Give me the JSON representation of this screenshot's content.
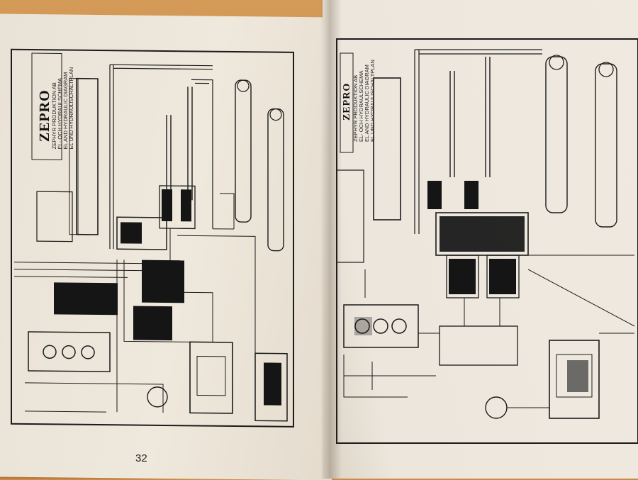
{
  "left_page": {
    "brand": "ZEPRO",
    "captions": [
      "ZEPHYR PRODUKTION AB",
      "EL- OCH HYDRAULSCHEMA",
      "EL AND HYDRAULIC DIAGRAM",
      "EL UND HYDRAULISCHALTPLAN"
    ],
    "page_number": "32"
  },
  "right_page": {
    "brand": "ZEPRO",
    "captions": [
      "ZEPHYR PRODUKTION AB",
      "EL- OCH HYDRAULSCHEMA",
      "EL AND HYDRAULIC DIAGRAM",
      "EL UND HYDRAULISCHALTPLAN"
    ]
  }
}
